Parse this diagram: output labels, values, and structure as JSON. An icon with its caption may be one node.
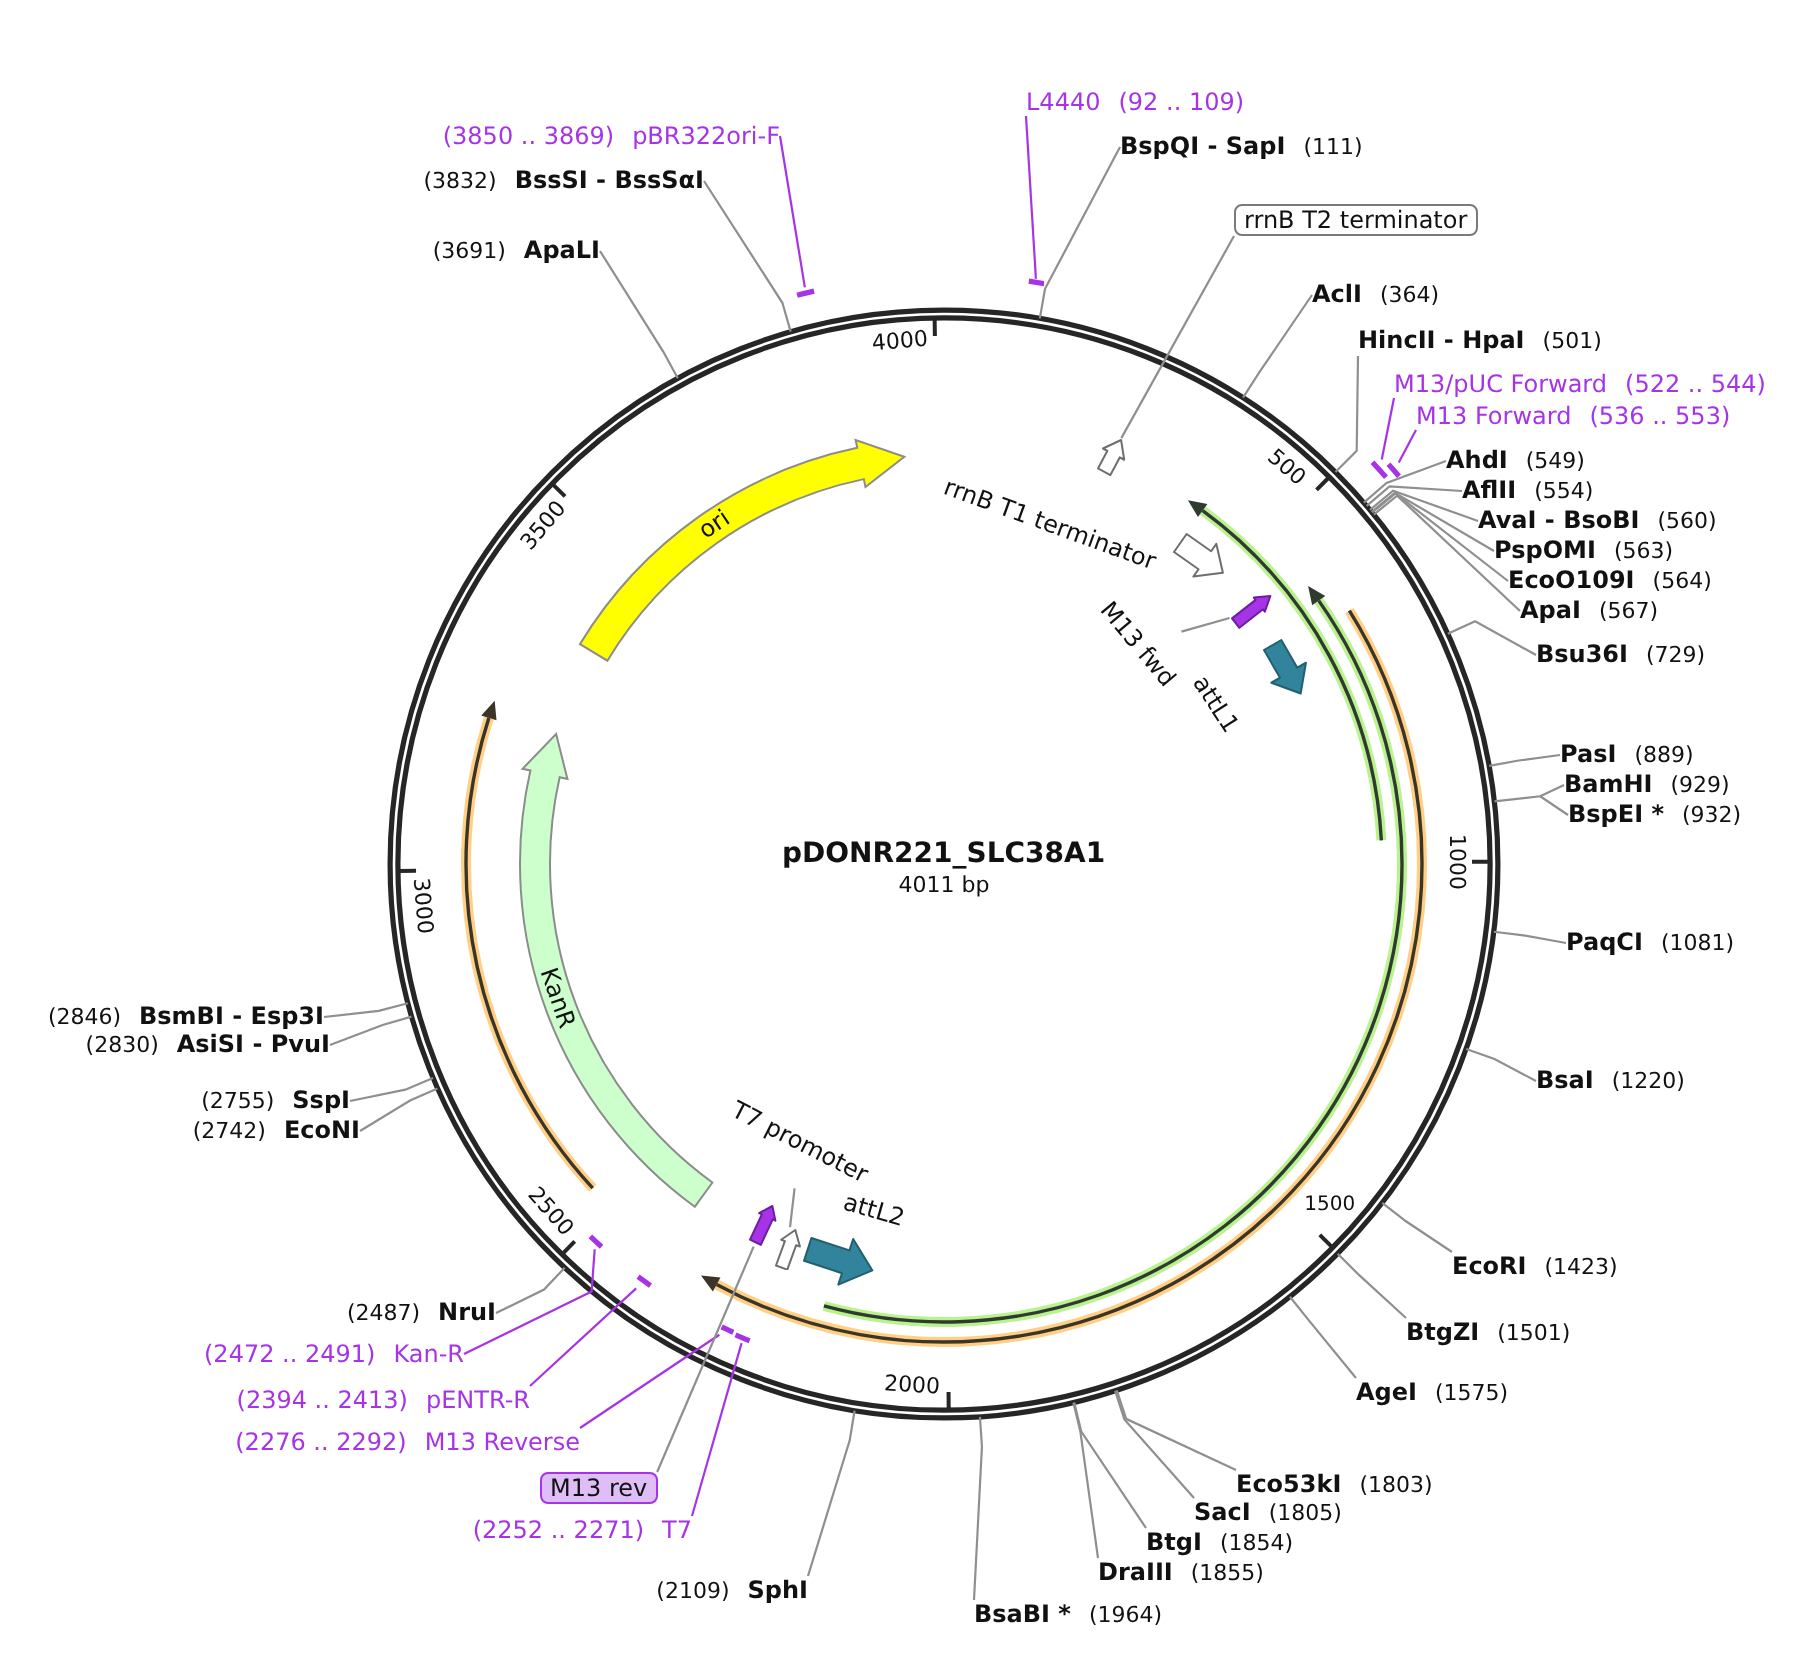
{
  "diagram": {
    "title": "pDONR221_SLC38A1",
    "nodes": [
      {
        "text": [
          "(3850 .. 3869)",
          "pBR322ori-F"
        ]
      },
      {
        "text": [
          "L4440",
          "(92 .. 109)"
        ]
      },
      {
        "text": [
          "BspQI - SapI",
          "(111)"
        ]
      },
      {
        "text": [
          "(3832)",
          "BssSI - BssSαI"
        ]
      },
      {
        "text": [
          "rrnB T2 terminator"
        ]
      },
      {
        "text": [
          "(3691)",
          "ApaLI"
        ]
      },
      {
        "text": [
          "AclI",
          "(364)"
        ]
      },
      {
        "text": [
          "HincII - HpaI",
          "(501)"
        ]
      },
      {
        "text": [
          "M13/pUC Forward",
          "(522 .. 544)"
        ]
      },
      {
        "text": [
          "M13 Forward",
          "(536 .. 553)"
        ]
      },
      {
        "text": [
          "AhdI",
          "(549)"
        ]
      },
      {
        "text": [
          "AflII",
          "(554)"
        ]
      },
      {
        "text": [
          "AvaI - BsoBI",
          "(560)"
        ]
      },
      {
        "text": [
          "PspOMI",
          "(563)"
        ]
      },
      {
        "text": [
          "EcoO109I",
          "(564)"
        ]
      },
      {
        "text": [
          "ApaI",
          "(567)"
        ]
      },
      {
        "text": [
          "Bsu36I",
          "(729)"
        ]
      },
      {
        "text": [
          "PasI",
          "(889)"
        ]
      },
      {
        "text": [
          "BamHI",
          "(929)"
        ]
      },
      {
        "text": [
          "BspEI *",
          "(932)"
        ]
      },
      {
        "text": [
          "PaqCI",
          "(1081)"
        ]
      },
      {
        "text": [
          "BsaI",
          "(1220)"
        ]
      },
      {
        "text": [
          "(2846)",
          "BsmBI - Esp3I"
        ]
      },
      {
        "text": [
          "(2830)",
          "AsiSI - PvuI"
        ]
      },
      {
        "text": [
          "(2755)",
          "SspI"
        ]
      },
      {
        "text": [
          "(2742)",
          "EcoNI"
        ]
      },
      {
        "text": [
          "EcoRI",
          "(1423)"
        ]
      },
      {
        "text": [
          "(2472 .. 2491)",
          "Kan-R"
        ]
      },
      {
        "text": [
          "BtgZI",
          "(1501)"
        ]
      },
      {
        "text": [
          "(2487)",
          "NruI"
        ]
      },
      {
        "text": [
          "AgeI",
          "(1575)"
        ]
      },
      {
        "text": [
          "(2394 .. 2413)",
          "pENTR-R"
        ]
      },
      {
        "text": [
          "(2276 .. 2292)",
          "M13 Reverse"
        ]
      },
      {
        "text": [
          "M13 rev"
        ]
      },
      {
        "text": [
          "Eco53kI",
          "(1803)"
        ]
      },
      {
        "text": [
          "SacI",
          "(1805)"
        ]
      },
      {
        "text": [
          "(2252 .. 2271)",
          "T7"
        ]
      },
      {
        "text": [
          "BtgI",
          "(1854)"
        ]
      },
      {
        "text": [
          "DraIII",
          "(1855)"
        ]
      },
      {
        "text": [
          "(2109)",
          "SphI"
        ]
      },
      {
        "text": [
          "BsaBI *",
          "(1964)"
        ]
      },
      {
        "text": [
          "ori"
        ]
      },
      {
        "text": [
          "rrnB T1 terminator"
        ]
      },
      {
        "text": [
          "M13 fwd"
        ]
      },
      {
        "text": [
          "attL1"
        ]
      },
      {
        "text": [
          "KanR"
        ]
      },
      {
        "text": [
          "T7 promoter"
        ]
      },
      {
        "text": [
          "attL2"
        ]
      },
      {
        "text": [],
        "shape": "arrow"
      },
      {
        "text": [],
        "shape": "arrow"
      },
      {
        "text": [],
        "shape": "arrow"
      },
      {
        "text": [],
        "shape": "arrow"
      },
      {
        "text": [],
        "shape": "bar"
      },
      {
        "text": [],
        "shape": "bar"
      },
      {
        "text": [],
        "shape": "bar"
      },
      {
        "text": [],
        "shape": "bar"
      },
      {
        "text": [],
        "shape": "bar"
      },
      {
        "text": [],
        "shape": "bar"
      },
      {
        "text": [],
        "shape": "bar"
      },
      {
        "text": [],
        "shape": "bar"
      }
    ],
    "edges": [
      {
        "from": 0,
        "to": 52,
        "arrow": "none",
        "color": "#a634e6"
      },
      {
        "from": 1,
        "to": 53,
        "arrow": "none",
        "color": "#a634e6"
      },
      {
        "from": 2,
        "to": null,
        "arrow": "none"
      },
      {
        "from": 3,
        "to": null,
        "arrow": "none"
      },
      {
        "from": 4,
        "to": 48,
        "arrow": "none"
      },
      {
        "from": 5,
        "to": null,
        "arrow": "none"
      },
      {
        "from": 6,
        "to": null,
        "arrow": "none"
      },
      {
        "from": 7,
        "to": null,
        "arrow": "none"
      },
      {
        "from": 8,
        "to": 54,
        "arrow": "none",
        "color": "#a634e6"
      },
      {
        "from": 9,
        "to": 55,
        "arrow": "none",
        "color": "#a634e6"
      },
      {
        "from": 10,
        "to": null,
        "arrow": "none"
      },
      {
        "from": 11,
        "to": null,
        "arrow": "none"
      },
      {
        "from": 12,
        "to": null,
        "arrow": "none"
      },
      {
        "from": 13,
        "to": null,
        "arrow": "none"
      },
      {
        "from": 14,
        "to": null,
        "arrow": "none"
      },
      {
        "from": 15,
        "to": null,
        "arrow": "none"
      },
      {
        "from": 16,
        "to": null,
        "arrow": "none"
      },
      {
        "from": 17,
        "to": null,
        "arrow": "none"
      },
      {
        "from": 18,
        "to": null,
        "arrow": "none"
      },
      {
        "from": 19,
        "to": null,
        "arrow": "none"
      },
      {
        "from": 20,
        "to": null,
        "arrow": "none"
      },
      {
        "from": 21,
        "to": null,
        "arrow": "none"
      },
      {
        "from": 22,
        "to": null,
        "arrow": "none"
      },
      {
        "from": 23,
        "to": null,
        "arrow": "none"
      },
      {
        "from": 24,
        "to": null,
        "arrow": "none"
      },
      {
        "from": 25,
        "to": null,
        "arrow": "none"
      },
      {
        "from": 26,
        "to": null,
        "arrow": "none"
      },
      {
        "from": 27,
        "to": 56,
        "arrow": "none",
        "color": "#a634e6"
      },
      {
        "from": 28,
        "to": null,
        "arrow": "none"
      },
      {
        "from": 29,
        "to": null,
        "arrow": "none"
      },
      {
        "from": 30,
        "to": null,
        "arrow": "none"
      },
      {
        "from": 31,
        "to": 57,
        "arrow": "none",
        "color": "#a634e6"
      },
      {
        "from": 32,
        "to": 58,
        "arrow": "none",
        "color": "#a634e6"
      },
      {
        "from": 33,
        "to": 51,
        "arrow": "none"
      },
      {
        "from": 34,
        "to": null,
        "arrow": "none"
      },
      {
        "from": 35,
        "to": null,
        "arrow": "none"
      },
      {
        "from": 36,
        "to": 59,
        "arrow": "none",
        "color": "#a634e6"
      },
      {
        "from": 37,
        "to": null,
        "arrow": "none"
      },
      {
        "from": 38,
        "to": null,
        "arrow": "none"
      },
      {
        "from": 39,
        "to": null,
        "arrow": "none"
      },
      {
        "from": 40,
        "to": null,
        "arrow": "none"
      },
      {
        "from": 43,
        "to": 49,
        "arrow": "none"
      },
      {
        "from": 46,
        "to": 50,
        "arrow": "none"
      }
    ],
    "labels": [
      "4000",
      "500",
      "3500",
      "1000",
      "4011 bp",
      "3000",
      "1500",
      "2500",
      "2000"
    ]
  }
}
